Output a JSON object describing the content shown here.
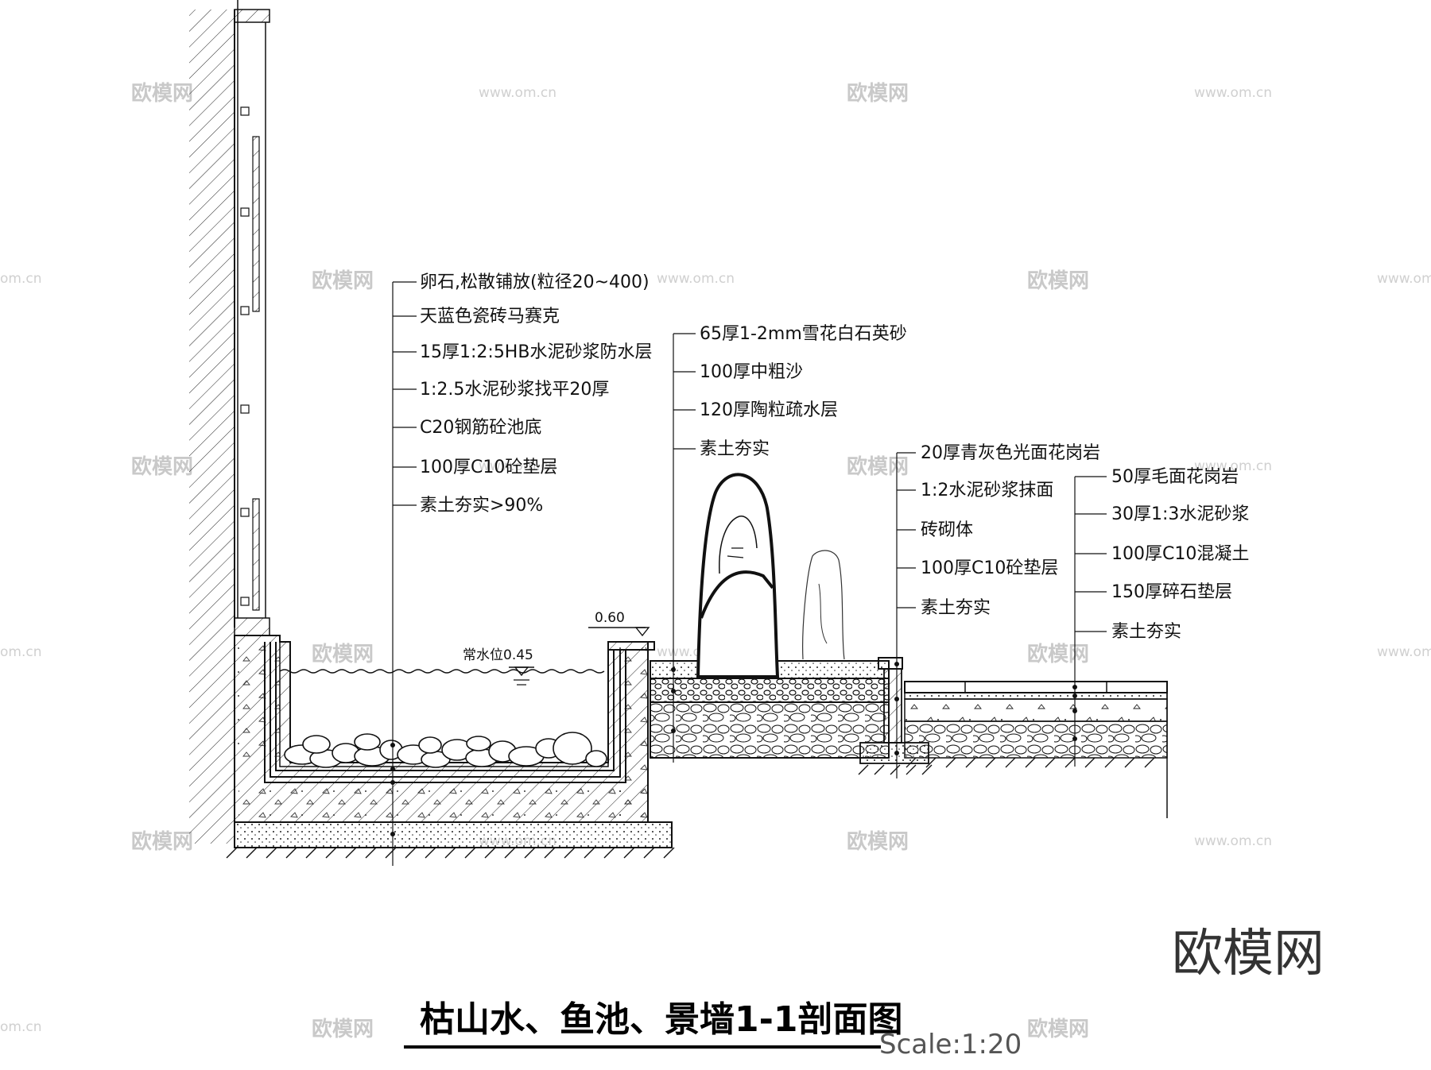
{
  "drawing": {
    "title": "枯山水、鱼池、景墙1-1剖面图",
    "scale": "Scale:1:20",
    "logo": "欧模网"
  },
  "levels": {
    "top": "0.60",
    "water": "常水位0.45"
  },
  "pond_layers": [
    "卵石,松散铺放(粒径20~400)",
    "天蓝色瓷砖马赛克",
    "15厚1:2:5HB水泥砂浆防水层",
    "1:2.5水泥砂浆找平20厚",
    "C20钢筋砼池底",
    "100厚C10砼垫层",
    "素土夯实>90%"
  ],
  "dry_garden_layers": [
    "65厚1-2mm雪花白石英砂",
    "100厚中粗沙",
    "120厚陶粒疏水层",
    "素土夯实"
  ],
  "curb_layers": [
    "20厚青灰色光面花岗岩",
    "1:2水泥砂浆抹面",
    "砖砌体",
    "100厚C10砼垫层",
    "素土夯实"
  ],
  "paving_layers": [
    "50厚毛面花岗岩",
    "30厚1:3水泥砂浆",
    "100厚C10混凝土",
    "150厚碎石垫层",
    "素土夯实"
  ],
  "watermarks": {
    "brand": "欧模网",
    "url": "www.om.cn",
    "url_cut": "om.cn"
  }
}
